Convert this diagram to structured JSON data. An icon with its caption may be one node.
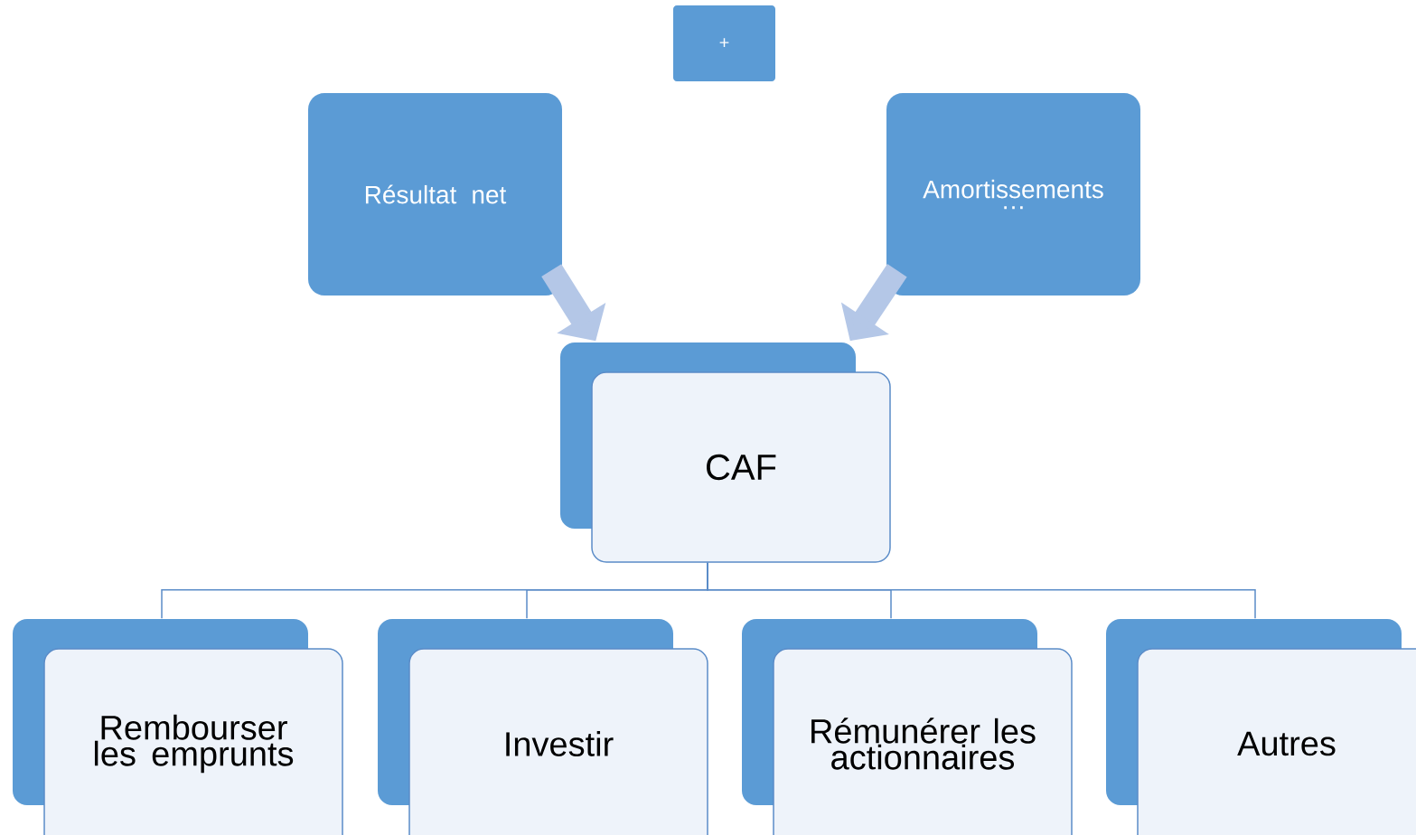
{
  "diagram": {
    "nodes": [
      {
        "text": [
          "+"
        ]
      },
      {
        "text": [
          "Résultat net"
        ]
      },
      {
        "text": [
          "Amortissements …"
        ]
      },
      {
        "text": [
          "CAF"
        ]
      },
      {
        "text": [
          "Rembourser les emprunts"
        ]
      },
      {
        "text": [
          "Investir"
        ]
      },
      {
        "text": [
          "Rémunérer les actionnaires"
        ]
      },
      {
        "text": [
          "Autres"
        ]
      }
    ],
    "edges": [
      {
        "from": 1,
        "to": 3,
        "arrow": "to",
        "style": "thick",
        "color": "#b4c7e7"
      },
      {
        "from": 2,
        "to": 3,
        "arrow": "to",
        "style": "thick",
        "color": "#b4c7e7"
      },
      {
        "from": 3,
        "to": 4,
        "arrow": "none"
      },
      {
        "from": 3,
        "to": 5,
        "arrow": "none"
      },
      {
        "from": 3,
        "to": 6,
        "arrow": "none"
      },
      {
        "from": 3,
        "to": 7,
        "arrow": "none"
      }
    ]
  }
}
